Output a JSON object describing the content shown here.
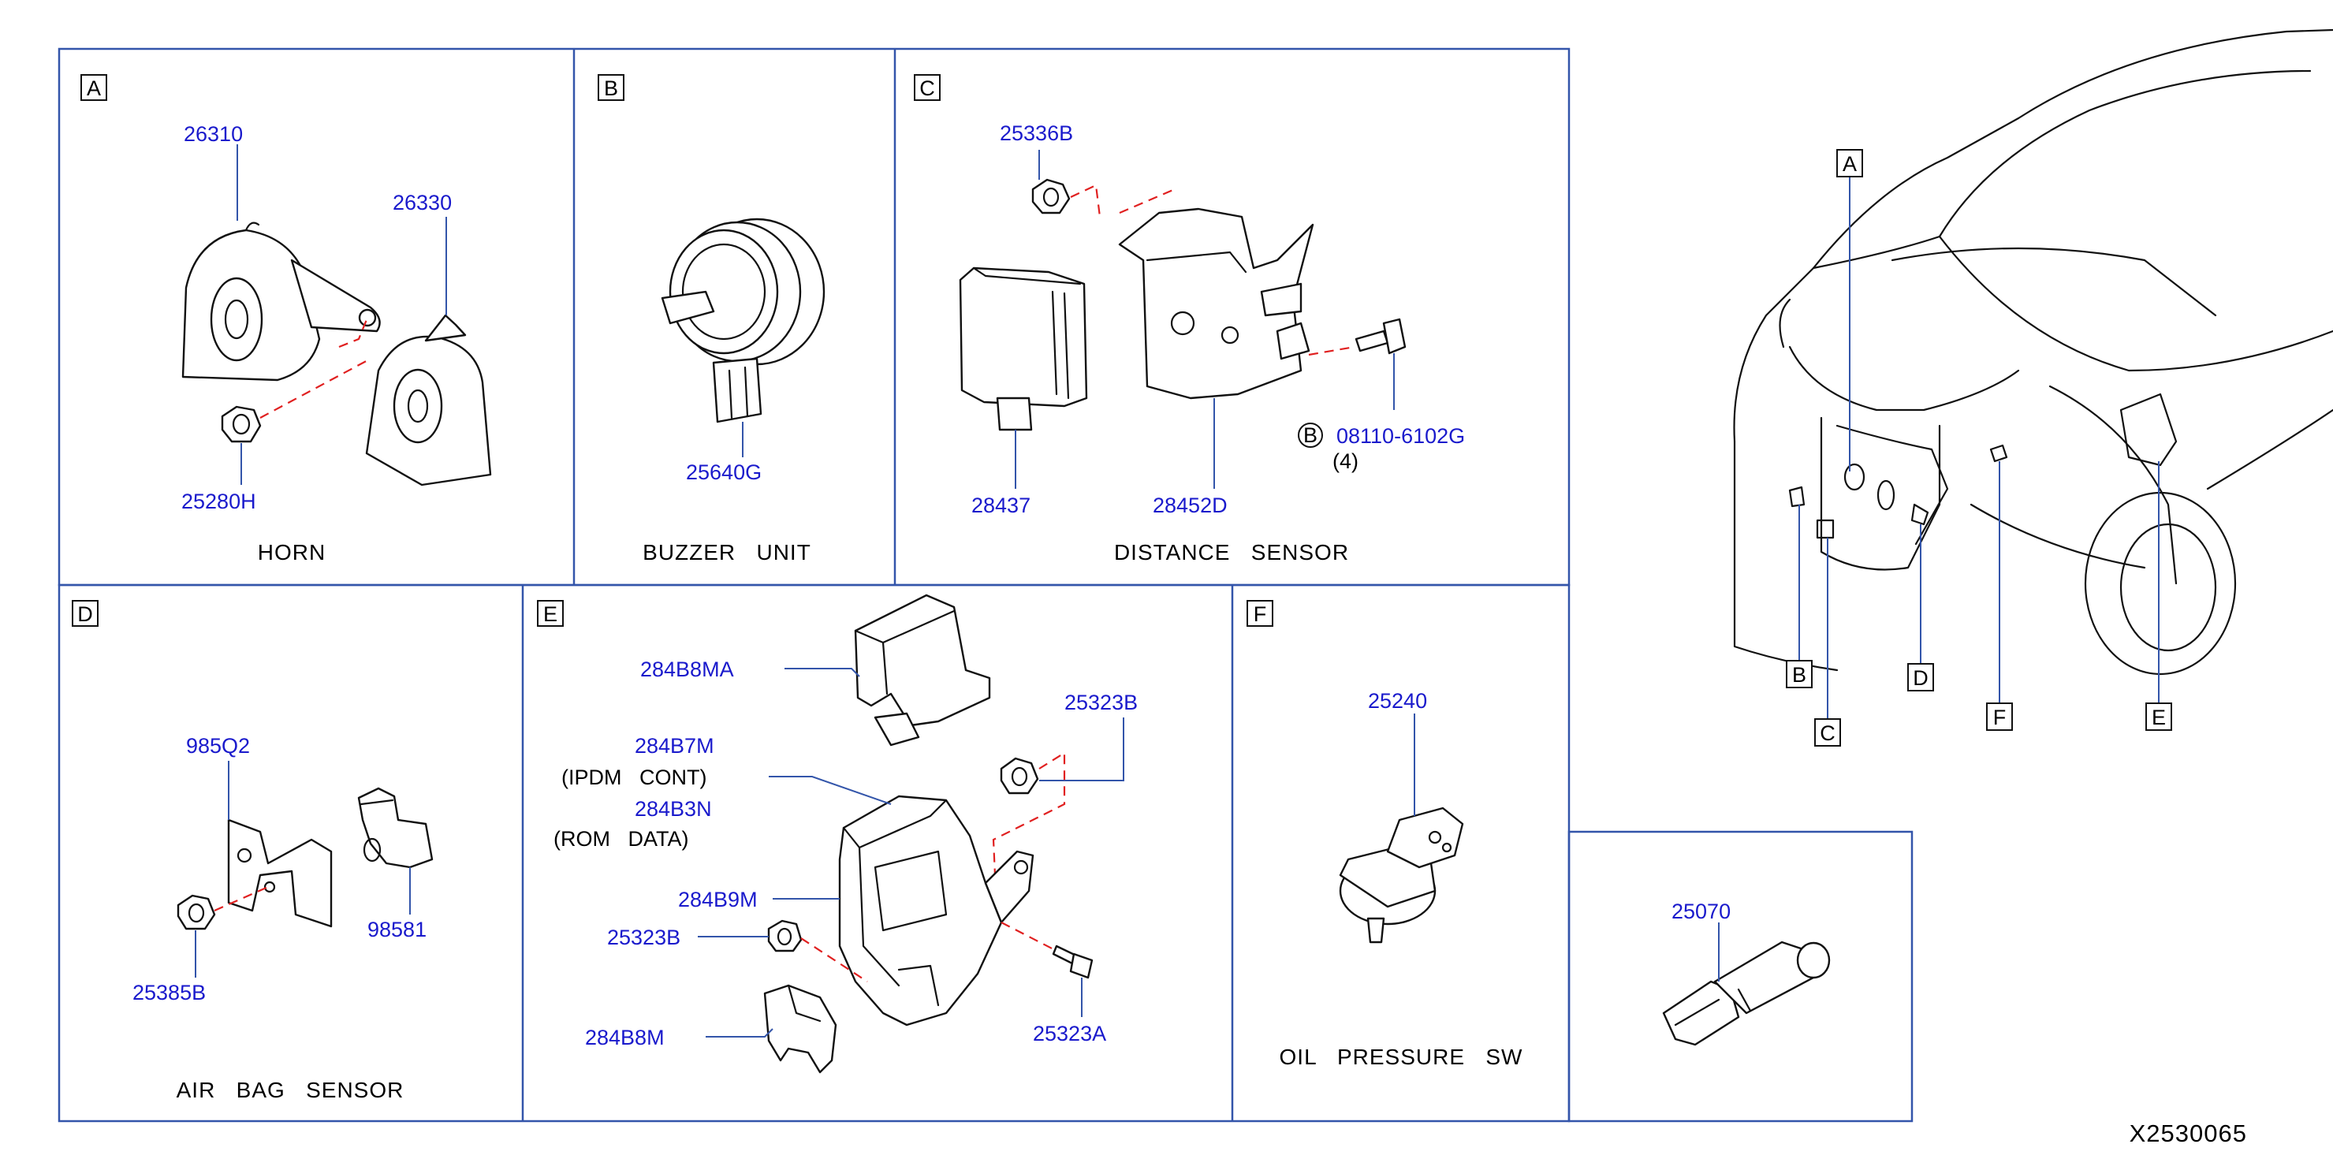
{
  "diagram_id": "X2530065",
  "panels": {
    "A": {
      "letter": "A",
      "caption": "HORN",
      "parts": {
        "horn_low": "26310",
        "horn_high": "26330",
        "nut": "25280H"
      }
    },
    "B": {
      "letter": "B",
      "caption": "BUZZER   UNIT",
      "parts": {
        "buzzer": "25640G"
      }
    },
    "C": {
      "letter": "C",
      "caption": "DISTANCE   SENSOR",
      "parts": {
        "nut": "25336B",
        "sensor": "28437",
        "bracket": "28452D",
        "bolt": "08110-6102G",
        "bolt_ref": "B",
        "bolt_qty": "(4)"
      }
    },
    "D": {
      "letter": "D",
      "caption": "AIR   BAG   SENSOR",
      "parts": {
        "bracket": "985Q2",
        "nut": "25385B",
        "sensor": "98581"
      }
    },
    "E": {
      "letter": "E",
      "caption": "",
      "parts": {
        "cover": "284B8MA",
        "nut_top": "25323B",
        "ipdm": "284B7M",
        "ipdm_note": "(IPDM   CONT)",
        "rom": "284B3N",
        "rom_note": "(ROM   DATA)",
        "bracket": "284B9M",
        "nut_left": "25323B",
        "clip": "284B8M",
        "bolt": "25323A"
      }
    },
    "F": {
      "letter": "F",
      "caption": "OIL   PRESSURE   SW",
      "parts": {
        "switch": "25240"
      }
    },
    "G": {
      "parts": {
        "sensor": "25070"
      }
    }
  },
  "vehicle_callouts": [
    "A",
    "B",
    "C",
    "D",
    "E",
    "F"
  ]
}
